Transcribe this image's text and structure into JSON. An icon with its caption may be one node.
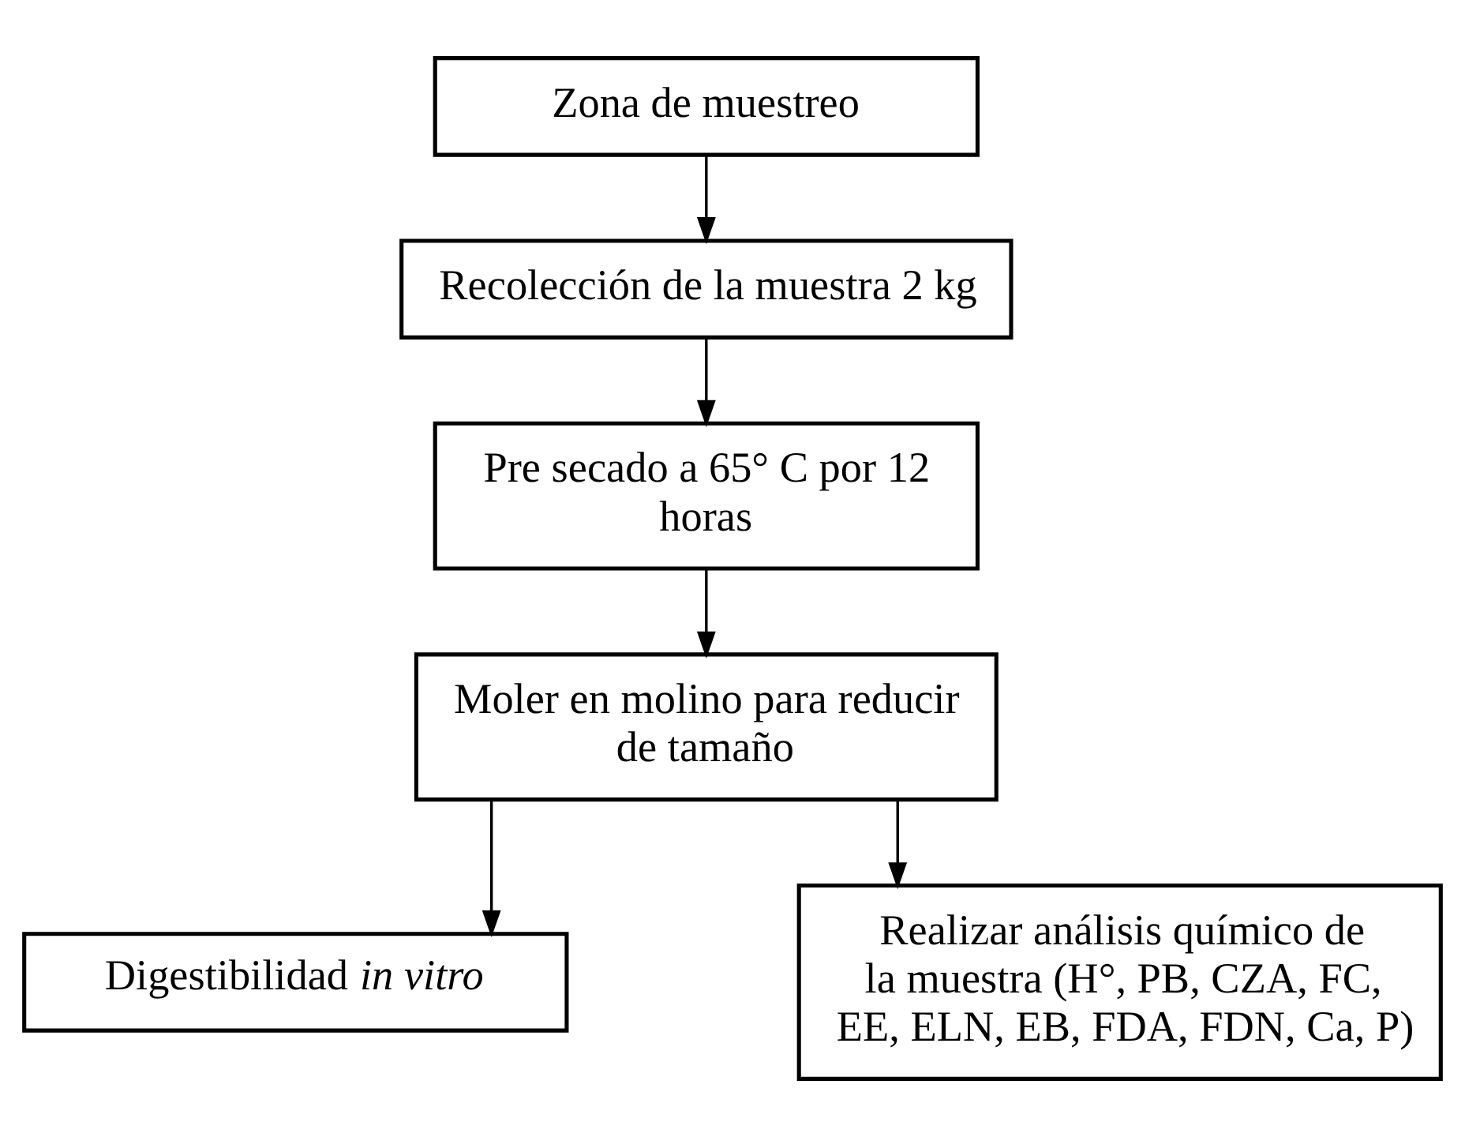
{
  "diagram": {
    "nodes": [
      {
        "text": [
          "Zona de muestreo"
        ]
      },
      {
        "text": [
          "Recolección de la muestra 2 kg"
        ]
      },
      {
        "text": [
          "Pre secado a 65° C por 12 horas"
        ]
      },
      {
        "text": [
          "Moler en molino para reducir de tamaño"
        ]
      },
      {
        "text": [
          "Digestibilidad *in vitro*"
        ]
      },
      {
        "text": [
          "Realizar análisis químico de la muestra (H°, PB, CZA, FC, EE, ELN, EB, FDA, FDN, Ca, P)"
        ]
      }
    ],
    "edges": [
      {
        "from": 0,
        "to": 1,
        "arrow": "to"
      },
      {
        "from": 1,
        "to": 2,
        "arrow": "to"
      },
      {
        "from": 2,
        "to": 3,
        "arrow": "to"
      },
      {
        "from": 3,
        "to": 4,
        "arrow": "to"
      },
      {
        "from": 3,
        "to": 5,
        "arrow": "to"
      }
    ]
  }
}
